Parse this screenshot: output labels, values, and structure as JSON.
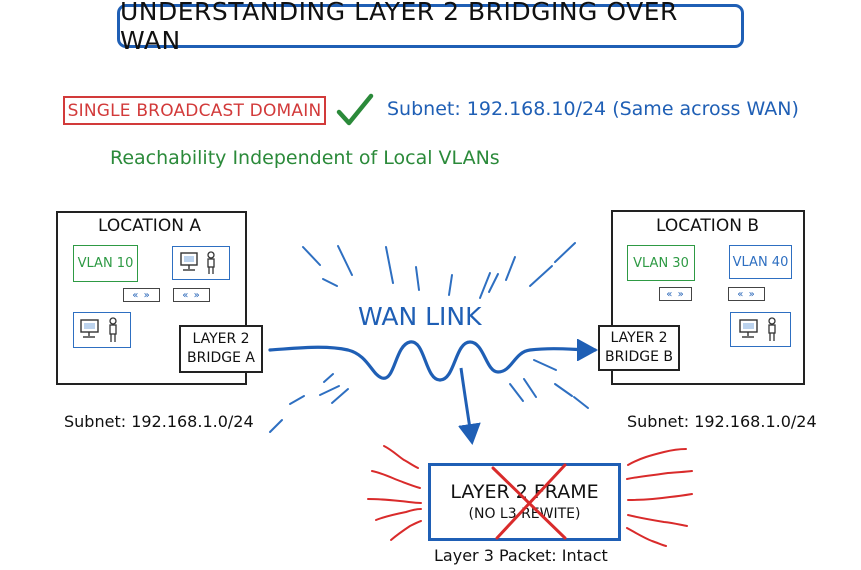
{
  "title": "UNDERSTANDING LAYER 2 BRIDGING OVER WAN",
  "broadcast_badge": "SINGLE BROADCAST DOMAIN",
  "check_icon": "check-icon",
  "wan_subnet": "Subnet: 192.168.10/24 (Same across WAN)",
  "reachability": "Reachability Independent of Local VLANs",
  "location_a": {
    "title": "LOCATION A",
    "vlan": "VLAN 10",
    "port_a": "« »",
    "port_b": "« »",
    "bridge_line1": "LAYER 2",
    "bridge_line2": "BRIDGE A",
    "subnet": "Subnet: 192.168.1.0/24"
  },
  "location_b": {
    "title": "LOCATION B",
    "vlan_a": "VLAN 30",
    "vlan_b": "VLAN 40",
    "port_a": "« »",
    "port_b": "« »",
    "bridge_line1": "LAYER 2",
    "bridge_line2": "BRIDGE B",
    "subnet": "Subnet: 192.168.1.0/24"
  },
  "wan_link": "WAN LINK",
  "frame": {
    "title": "LAYER 2 FRAME",
    "subtitle": "(NO L3 REWITE)"
  },
  "packet_status": "Layer 3 Packet: Intact",
  "colors": {
    "blue": "#1f5fb5",
    "red": "#d23a3a",
    "green": "#2b8a3a"
  }
}
